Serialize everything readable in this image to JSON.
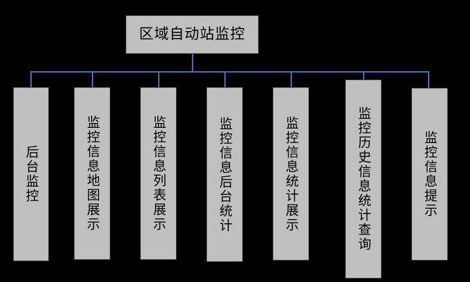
{
  "diagram": {
    "type": "organizational-tree",
    "title": "区域自动站监控",
    "colors": {
      "background": "#000000",
      "node_fill": "#c0c0c0",
      "node_border": "#3f3f3f",
      "connector": "#4472b8",
      "text": "#000000"
    },
    "root": {
      "label": "区域自动站监控",
      "orientation": "horizontal"
    },
    "children": [
      {
        "label": "后台监控",
        "orientation": "vertical"
      },
      {
        "label": "监控信息地图展示",
        "orientation": "vertical"
      },
      {
        "label": "监控信息列表展示",
        "orientation": "vertical"
      },
      {
        "label": "监控信息后台统计",
        "orientation": "vertical"
      },
      {
        "label": "监控信息统计展示",
        "orientation": "vertical"
      },
      {
        "label": "监控历史信息统计查询",
        "orientation": "vertical"
      },
      {
        "label": "监控信息提示",
        "orientation": "vertical"
      }
    ]
  }
}
